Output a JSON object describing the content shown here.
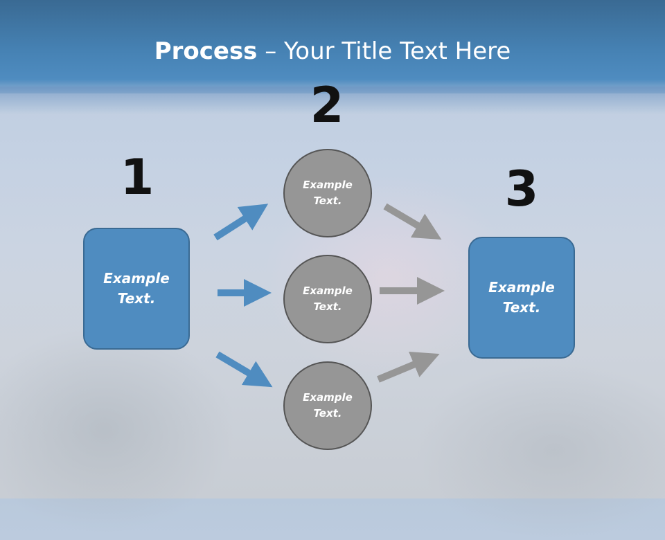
{
  "title": {
    "bold": "Process",
    "rest": " – Your Title Text Here"
  },
  "steps": {
    "one": "1",
    "two": "2",
    "three": "3"
  },
  "left_box": {
    "line1": "Example",
    "line2": "Text."
  },
  "right_box": {
    "line1": "Example",
    "line2": "Text."
  },
  "circles": [
    {
      "line1": "Example",
      "line2": "Text."
    },
    {
      "line1": "Example",
      "line2": "Text."
    },
    {
      "line1": "Example",
      "line2": "Text."
    }
  ],
  "colors": {
    "header": "#4682b4",
    "box": "#4f8cc0",
    "circle": "#969696",
    "arrow_blue": "#4f8cc0",
    "arrow_gray": "#969696"
  }
}
